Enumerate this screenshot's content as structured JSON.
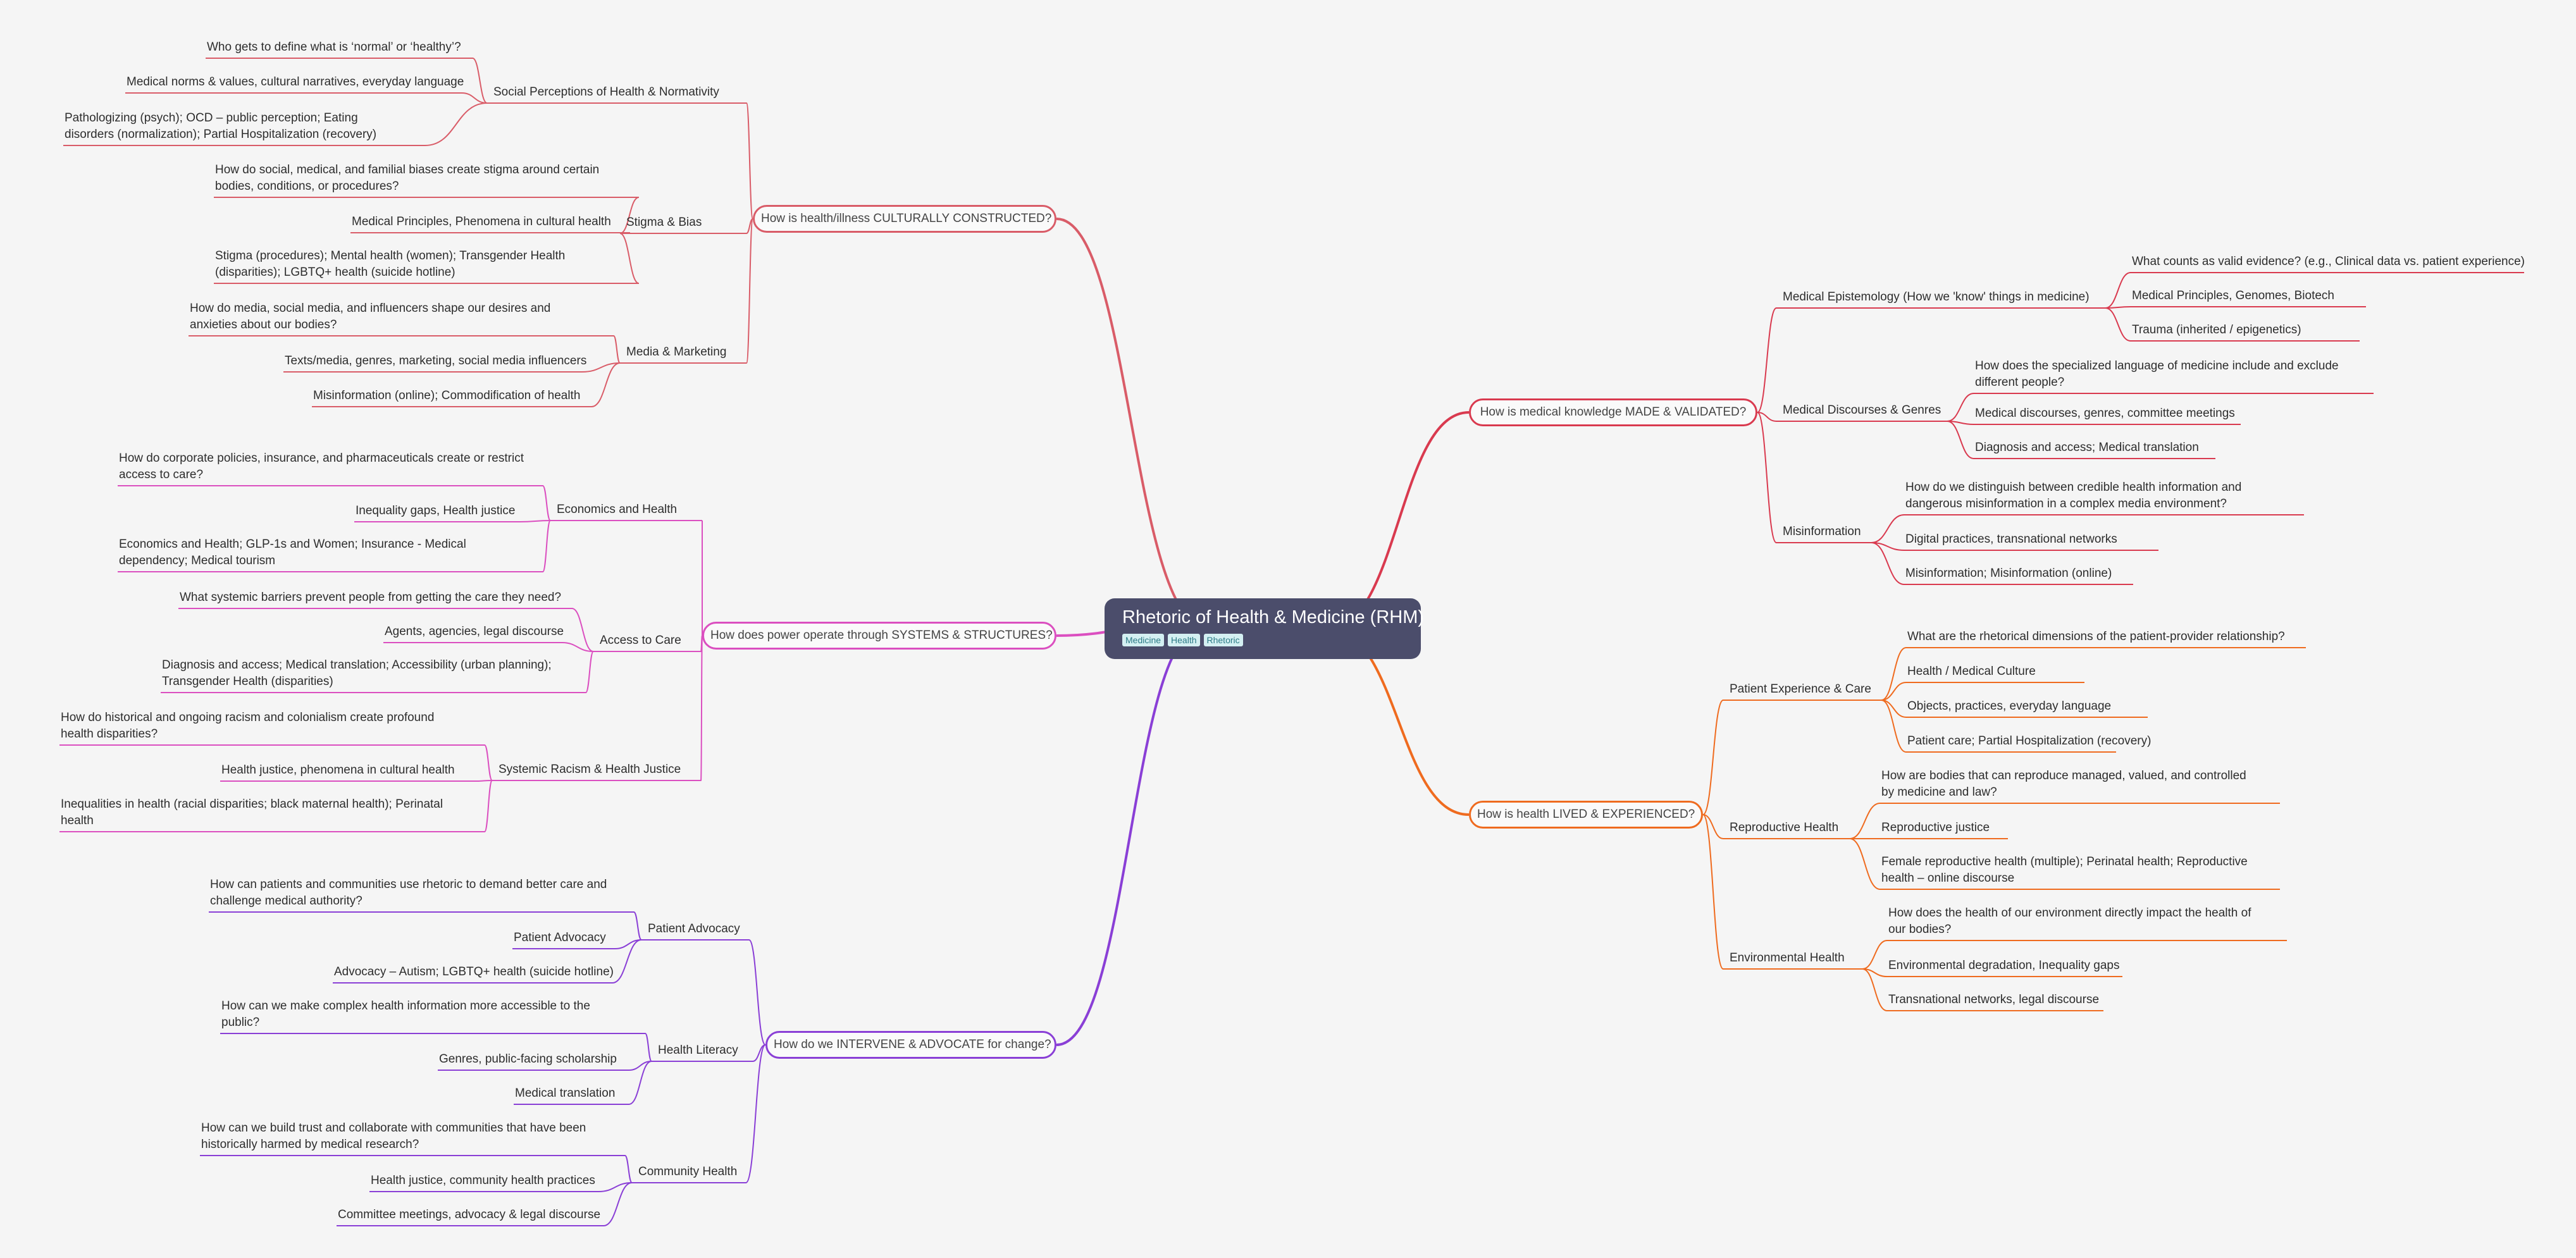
{
  "root": {
    "title": "Rhetoric of Health & Medicine (RHM)",
    "tags": [
      "Medicine",
      "Health",
      "Rhetoric"
    ]
  },
  "colors": {
    "background": "#f5f5f5",
    "root": "#4b4d6b",
    "branch_culture": "#d95c68",
    "branch_power": "#db4fc0",
    "branch_intervene": "#8a3fd6",
    "branch_knowledge": "#d93a4f",
    "branch_lived": "#ef6b1f"
  },
  "branches": [
    {
      "title": "How is health/illness CULTURALLY CONSTRUCTED?",
      "subtopics": [
        {
          "title": "Social Perceptions of Health & Normativity",
          "leaves": [
            "Who gets to define what is ‘normal’ or ‘healthy’?",
            "Medical norms & values, cultural narratives, everyday language",
            "Pathologizing (psych); OCD – public perception; Eating disorders (normalization); Partial Hospitalization (recovery)"
          ]
        },
        {
          "title": "Stigma & Bias",
          "leaves": [
            "How do social, medical, and familial biases create stigma around certain bodies, conditions, or procedures?",
            "Medical Principles, Phenomena in cultural health",
            "Stigma (procedures); Mental health (women); Transgender Health (disparities); LGBTQ+ health (suicide hotline)"
          ]
        },
        {
          "title": "Media & Marketing",
          "leaves": [
            "How do media, social media, and influencers shape our desires and anxieties about our bodies?",
            "Texts/media, genres, marketing, social media influencers",
            "Misinformation (online); Commodification of health"
          ]
        }
      ]
    },
    {
      "title": "How does power operate through SYSTEMS & STRUCTURES?",
      "subtopics": [
        {
          "title": "Economics and Health",
          "leaves": [
            "How do corporate policies, insurance, and pharmaceuticals create or restrict access to care?",
            "Inequality gaps, Health justice",
            "Economics and Health; GLP-1s and Women; Insurance - Medical dependency; Medical tourism"
          ]
        },
        {
          "title": "Access to Care",
          "leaves": [
            "What systemic barriers prevent people from getting the care they need?",
            "Agents, agencies, legal discourse",
            "Diagnosis and access; Medical translation; Accessibility (urban planning); Transgender Health (disparities)"
          ]
        },
        {
          "title": "Systemic Racism & Health Justice",
          "leaves": [
            "How do historical and ongoing racism and colonialism create profound health disparities?",
            "Health justice, phenomena in cultural health",
            "Inequalities in health (racial disparities; black maternal health); Perinatal health"
          ]
        }
      ]
    },
    {
      "title": "How do we INTERVENE & ADVOCATE for change?",
      "subtopics": [
        {
          "title": "Patient Advocacy",
          "leaves": [
            "How can patients and communities use rhetoric to demand better care and challenge medical authority?",
            "Patient Advocacy",
            "Advocacy – Autism; LGBTQ+ health (suicide hotline)"
          ]
        },
        {
          "title": "Health Literacy",
          "leaves": [
            "How can we make complex health information more accessible to the public?",
            "Genres, public-facing scholarship",
            "Medical translation"
          ]
        },
        {
          "title": "Community Health",
          "leaves": [
            "How can we build trust and collaborate with communities that have been historically harmed by medical research?",
            "Health justice, community health practices",
            "Committee meetings, advocacy & legal discourse"
          ]
        }
      ]
    },
    {
      "title": "How is medical knowledge MADE & VALIDATED?",
      "subtopics": [
        {
          "title": "Medical Epistemology (How we 'know' things in medicine)",
          "leaves": [
            "What counts as valid evidence? (e.g., Clinical data vs. patient experience)",
            "Medical Principles, Genomes, Biotech",
            "Trauma (inherited / epigenetics)"
          ]
        },
        {
          "title": "Medical Discourses & Genres",
          "leaves": [
            "How does the specialized language of medicine include and exclude different people?",
            "Medical discourses, genres, committee meetings",
            "Diagnosis and access; Medical translation"
          ]
        },
        {
          "title": "Misinformation",
          "leaves": [
            "How do we distinguish between credible health information and dangerous misinformation in a complex media environment?",
            "Digital practices, transnational networks",
            "Misinformation; Misinformation (online)"
          ]
        }
      ]
    },
    {
      "title": "How is health LIVED & EXPERIENCED?",
      "subtopics": [
        {
          "title": "Patient Experience & Care",
          "leaves": [
            "What are the rhetorical dimensions of the patient-provider relationship?",
            "Health / Medical Culture",
            "Objects, practices, everyday language",
            "Patient care; Partial Hospitalization (recovery)"
          ]
        },
        {
          "title": "Reproductive Health",
          "leaves": [
            "How are bodies that can reproduce managed, valued, and controlled by medicine and law?",
            "Reproductive justice",
            "Female reproductive health (multiple); Perinatal health; Reproductive health – online discourse"
          ]
        },
        {
          "title": "Environmental Health",
          "leaves": [
            "How does the health of our environment directly impact the health of our bodies?",
            "Environmental degradation, Inequality gaps",
            "Transnational networks, legal discourse"
          ]
        }
      ]
    }
  ]
}
